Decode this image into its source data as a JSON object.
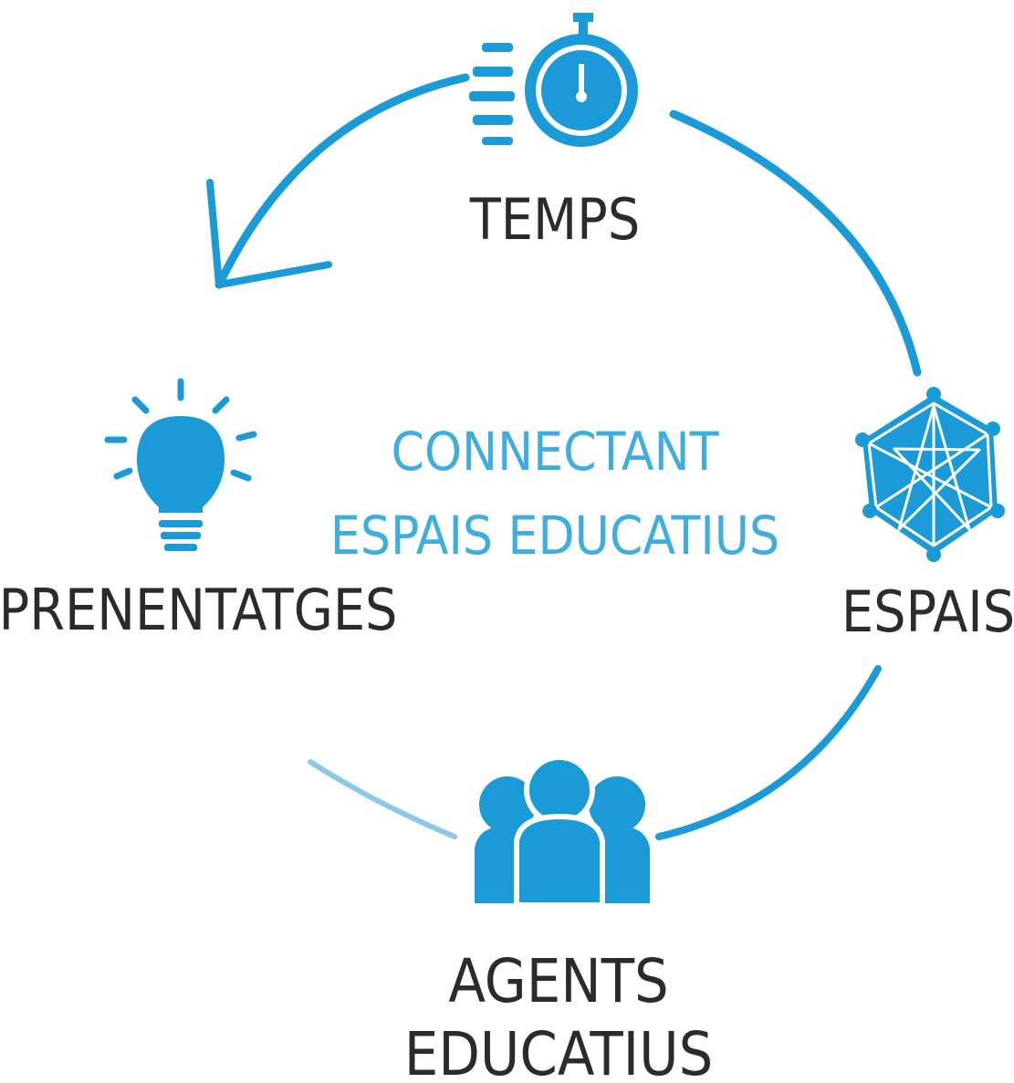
{
  "center": {
    "line1": "CONNECTANT",
    "line2": "ESPAIS EDUCATIUS"
  },
  "nodes": {
    "temps": {
      "label": "TEMPS",
      "icon": "stopwatch-icon"
    },
    "espais": {
      "label": "ESPAIS",
      "icon": "network-web-icon"
    },
    "agents": {
      "label_line1": "AGENTS",
      "label_line2": "EDUCATIUS",
      "icon": "people-group-icon"
    },
    "aprenentatges": {
      "label": "APRENENTATGES",
      "icon": "lightbulb-icon"
    }
  },
  "colors": {
    "accent": "#1a9ad6",
    "center_text": "#3eaee0",
    "label_text": "#2b2b2b"
  }
}
